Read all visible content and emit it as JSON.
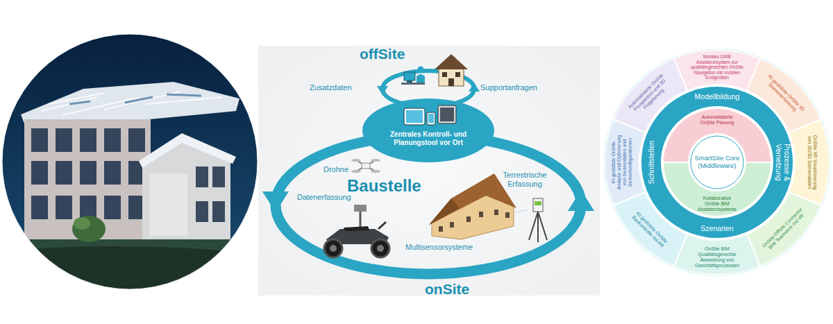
{
  "diagram": {
    "nodes": [
      {
        "text": [
          "Zentrales Kontroll- und Planungstool vor Ort"
        ]
      },
      {
        "text": [
          "Automatisierte OnSite Prospektion und 3D Flugplanung"
        ]
      },
      {
        "text": [
          "Mobiles UWB Assistenzsystem zur qualitätsgerechten OnSite Navigation mit mobilen Endgeräten"
        ]
      },
      {
        "text": [
          "KI gestützte OnSite 3D Szenenerfassung"
        ]
      },
      {
        "text": [
          "OnSite XR Visualisierung von 2D/3D Szenendaten"
        ]
      },
      {
        "text": [
          "OnSite-Offsite Connector BIM Teamwork mit VR"
        ]
      },
      {
        "text": [
          "OnSite BIM Qualitätsgerechte Abwicklung von Geschäftsprozessen"
        ]
      },
      {
        "text": [
          "KI gestützte OnSite Baukontrolle mit AR"
        ]
      },
      {
        "text": [
          "KI gestützte OnSite Analyse und Optimierung von Sensordaten und Sensorkonfigurationen"
        ]
      },
      {
        "text": [
          "Modellbildung",
          "Prozesse & Vernetzung",
          "Szenarien",
          "Schnittstellen"
        ]
      },
      {
        "text": [
          "Automatisierte OnSite Planung"
        ]
      },
      {
        "text": [
          "Kollaborative OnSite BIM Assistenzsysteme"
        ]
      },
      {
        "text": [
          "SmartSite Core (Middleware)"
        ]
      }
    ],
    "labels": [
      "offSite",
      "Zusatzdaten",
      "Supportanfragen",
      "Drohne",
      "Baustelle",
      "Terrestrische Erfassung",
      "Datenerfassung",
      "Multisensorsysteme",
      "onSite"
    ]
  }
}
